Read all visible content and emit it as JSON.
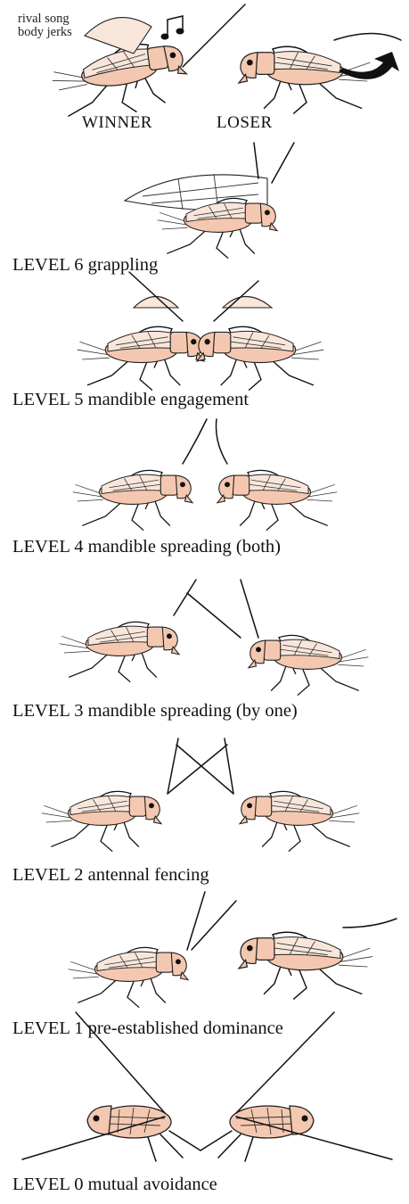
{
  "header": {
    "rival_note": [
      "rival song",
      "body jerks"
    ],
    "winner": "WINNER",
    "loser": "LOSER"
  },
  "levels": [
    {
      "label": "LEVEL 6 grappling"
    },
    {
      "label": "LEVEL 5 mandible engagement"
    },
    {
      "label": "LEVEL 4 mandible spreading (both)"
    },
    {
      "label": "LEVEL 3 mandible spreading (by one)"
    },
    {
      "label": "LEVEL 2 antennal fencing"
    },
    {
      "label": "LEVEL 1 pre-established dominance"
    },
    {
      "label": "LEVEL 0 mutual avoidance"
    }
  ],
  "icons": [
    "music-note-icon",
    "curved-arrow-icon"
  ],
  "colors": {
    "cricket_body": "#f4c8b0",
    "outline": "#222222"
  }
}
